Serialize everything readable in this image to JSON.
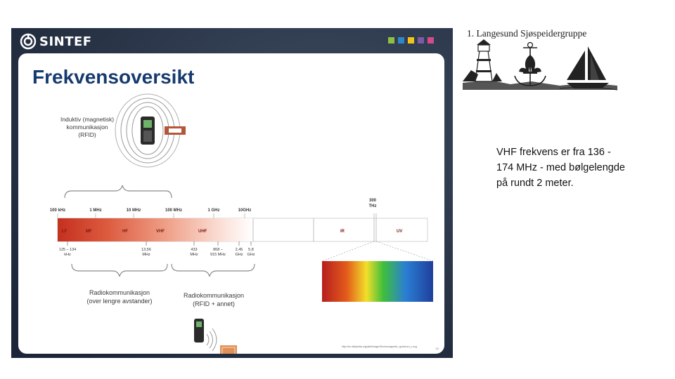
{
  "slide": {
    "logo_text": "SINTEF",
    "header_colors": [
      "#8fbf3f",
      "#2f87c8",
      "#f2c318",
      "#7b5aa6",
      "#d64a8c"
    ],
    "title": "Frekvensoversikt",
    "inductive_label": [
      "Induktiv (magnetisk)",
      "kommunikasjon",
      "(RFID)"
    ],
    "scale_ticks": [
      "100 kHz",
      "1 MHz",
      "10 MHz",
      "100 MHz",
      "1 GHz",
      "10GHz"
    ],
    "thz_label": [
      "300",
      "THz"
    ],
    "bands": [
      "LF",
      "MF",
      "HF",
      "VHF",
      "UHF",
      "IR",
      "UV"
    ],
    "marker_labels": [
      [
        "125 – 134",
        "kHz"
      ],
      [
        "13,56",
        "MHz"
      ],
      [
        "433",
        "MHz"
      ],
      [
        "868 –",
        "915 MHz"
      ],
      [
        "2,45",
        "GHz"
      ],
      [
        "5,8",
        "GHz"
      ]
    ],
    "radio_long_label": [
      "Radiokommunikasjon",
      "(over lengre avstander)"
    ],
    "radio_rfid_label": [
      "Radiokommunikasjon",
      "(RFID + annet)"
    ],
    "source_url": "http://en.wikipedia.org/wiki/Image:Electromagnetic_spectrum_c.svg",
    "page_number": "12"
  },
  "organization": {
    "name": "1. Langesund Sjøspeidergruppe"
  },
  "note": {
    "text": "VHF frekvens er fra 136 - 174 MHz - med bølgelengde på rundt 2 meter."
  }
}
